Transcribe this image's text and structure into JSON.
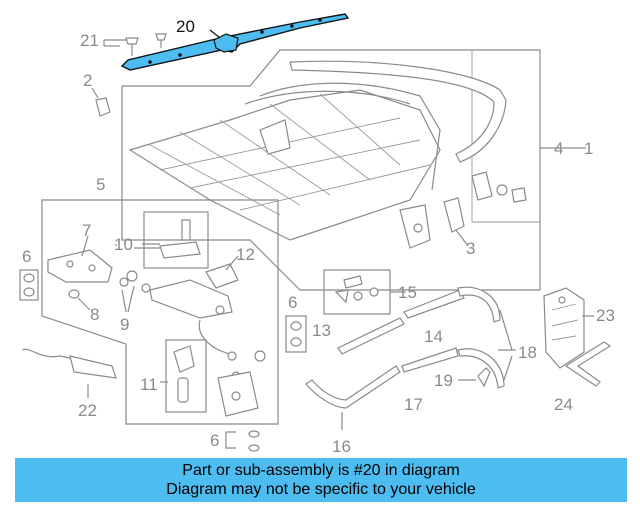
{
  "callouts": {
    "n1": "1",
    "n2": "2",
    "n3": "3",
    "n4": "4",
    "n5": "5",
    "n6a": "6",
    "n6b": "6",
    "n6c": "6",
    "n7": "7",
    "n8": "8",
    "n9": "9",
    "n10": "10",
    "n11": "11",
    "n12": "12",
    "n13": "13",
    "n14": "14",
    "n15": "15",
    "n16": "16",
    "n17": "17",
    "n18": "18",
    "n19": "19",
    "n20": "20",
    "n21": "21",
    "n22": "22",
    "n23": "23",
    "n24": "24"
  },
  "highlight": {
    "color": "#4dbcf0",
    "part": "20"
  },
  "banner": {
    "line1": "Part or sub-assembly is #20 in diagram",
    "line2": "Diagram may not be specific to your vehicle",
    "color": "#4dbcf0"
  }
}
